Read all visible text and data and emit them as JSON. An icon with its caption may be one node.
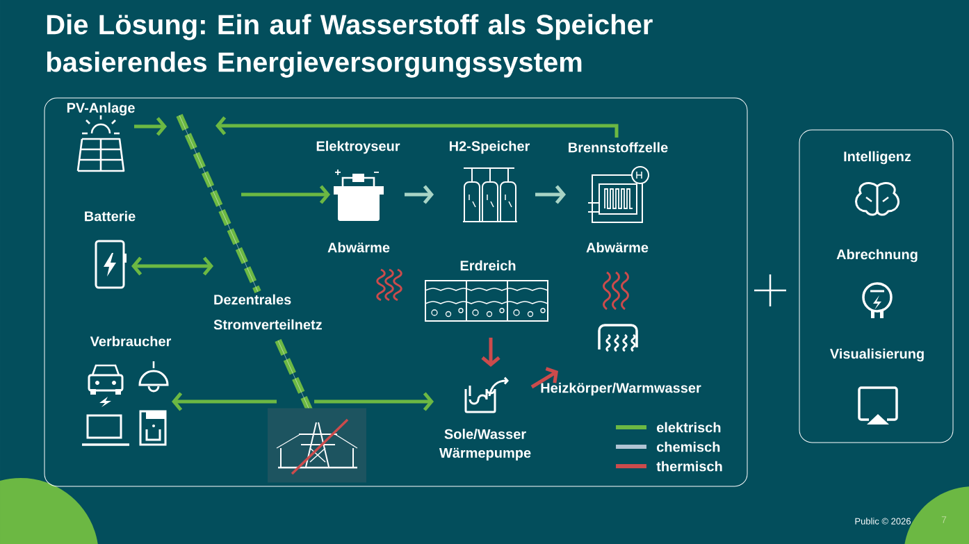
{
  "diagram": {
    "title": "Die Lösung: Ein auf Wasserstoff als Speicher basierendes Energieversorgungssystem",
    "nodes": [
      {
        "text": [],
        "shape": "box"
      },
      {
        "text": [
          "PV-Anlage"
        ],
        "in": 0
      },
      {
        "text": [
          "Batterie"
        ],
        "in": 0
      },
      {
        "text": [
          "Verbraucher"
        ],
        "in": 0
      },
      {
        "text": [
          "Dezentrales Stromverteilnetz"
        ],
        "in": 0
      },
      {
        "text": [
          "Elektroyseur"
        ],
        "in": 0
      },
      {
        "text": [
          "H2-Speicher"
        ],
        "in": 0
      },
      {
        "text": [
          "Brennstoffzelle"
        ],
        "in": 0
      },
      {
        "text": [
          "Abwärme"
        ],
        "in": 0
      },
      {
        "text": [
          "Erdreich"
        ],
        "in": 0
      },
      {
        "text": [
          "Abwärme"
        ],
        "in": 0
      },
      {
        "text": [
          "Sole/Wasser Wärmepumpe"
        ],
        "in": 0
      },
      {
        "text": [
          "Heizkörper/Warmwasser"
        ],
        "in": 0
      },
      {
        "text": [],
        "shape": "picture",
        "in": 0
      },
      {
        "text": [],
        "shape": "box"
      },
      {
        "text": [
          "Intelligenz"
        ],
        "in": 14
      },
      {
        "text": [
          "Abrechnung"
        ],
        "in": 14
      },
      {
        "text": [
          "Visualisierung"
        ],
        "in": 14
      }
    ],
    "edges": [
      {
        "from": 1,
        "to": 4,
        "arrow": "to"
      },
      {
        "from": 7,
        "to": 4,
        "arrow": "to"
      },
      {
        "from": 4,
        "to": 5,
        "arrow": "to"
      },
      {
        "from": 5,
        "to": 6,
        "arrow": "to",
        "color": "#a8d4c6"
      },
      {
        "from": 6,
        "to": 7,
        "arrow": "to",
        "color": "#a8d4c6"
      },
      {
        "from": 2,
        "to": 4,
        "arrow": "both"
      },
      {
        "from": 4,
        "to": 3,
        "arrow": "to"
      },
      {
        "from": 4,
        "to": 11,
        "arrow": "to"
      },
      {
        "from": 9,
        "to": 11,
        "arrow": "to",
        "color": "#cc4b4c"
      },
      {
        "from": 11,
        "to": 12,
        "arrow": "to",
        "color": "#cc4b4c"
      }
    ],
    "labels": [
      "Public © 2026",
      "7"
    ],
    "legend": [
      {
        "text": "elektrisch",
        "color": "#6cb843"
      },
      {
        "text": "chemisch",
        "color": "#b0c4d4"
      },
      {
        "text": "thermisch",
        "color": "#cc4b4c"
      }
    ]
  }
}
